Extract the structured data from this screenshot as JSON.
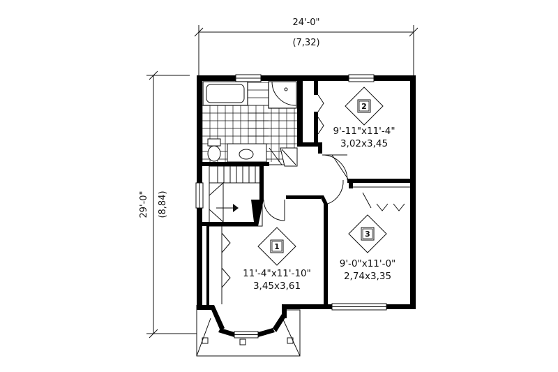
{
  "dimensions": {
    "width_imperial": "24'-0\"",
    "width_metric": "(7,32)",
    "depth_imperial": "29'-0\"",
    "depth_metric": "(8,84)"
  },
  "rooms": [
    {
      "tag": "1",
      "size_imperial": "11'-4\"x11'-10\"",
      "size_metric": "3,45x3,61"
    },
    {
      "tag": "2",
      "size_imperial": "9'-11\"x11'-4\"",
      "size_metric": "3,02x3,45"
    },
    {
      "tag": "3",
      "size_imperial": "9'-0\"x11'-0\"",
      "size_metric": "2,74x3,35"
    }
  ]
}
